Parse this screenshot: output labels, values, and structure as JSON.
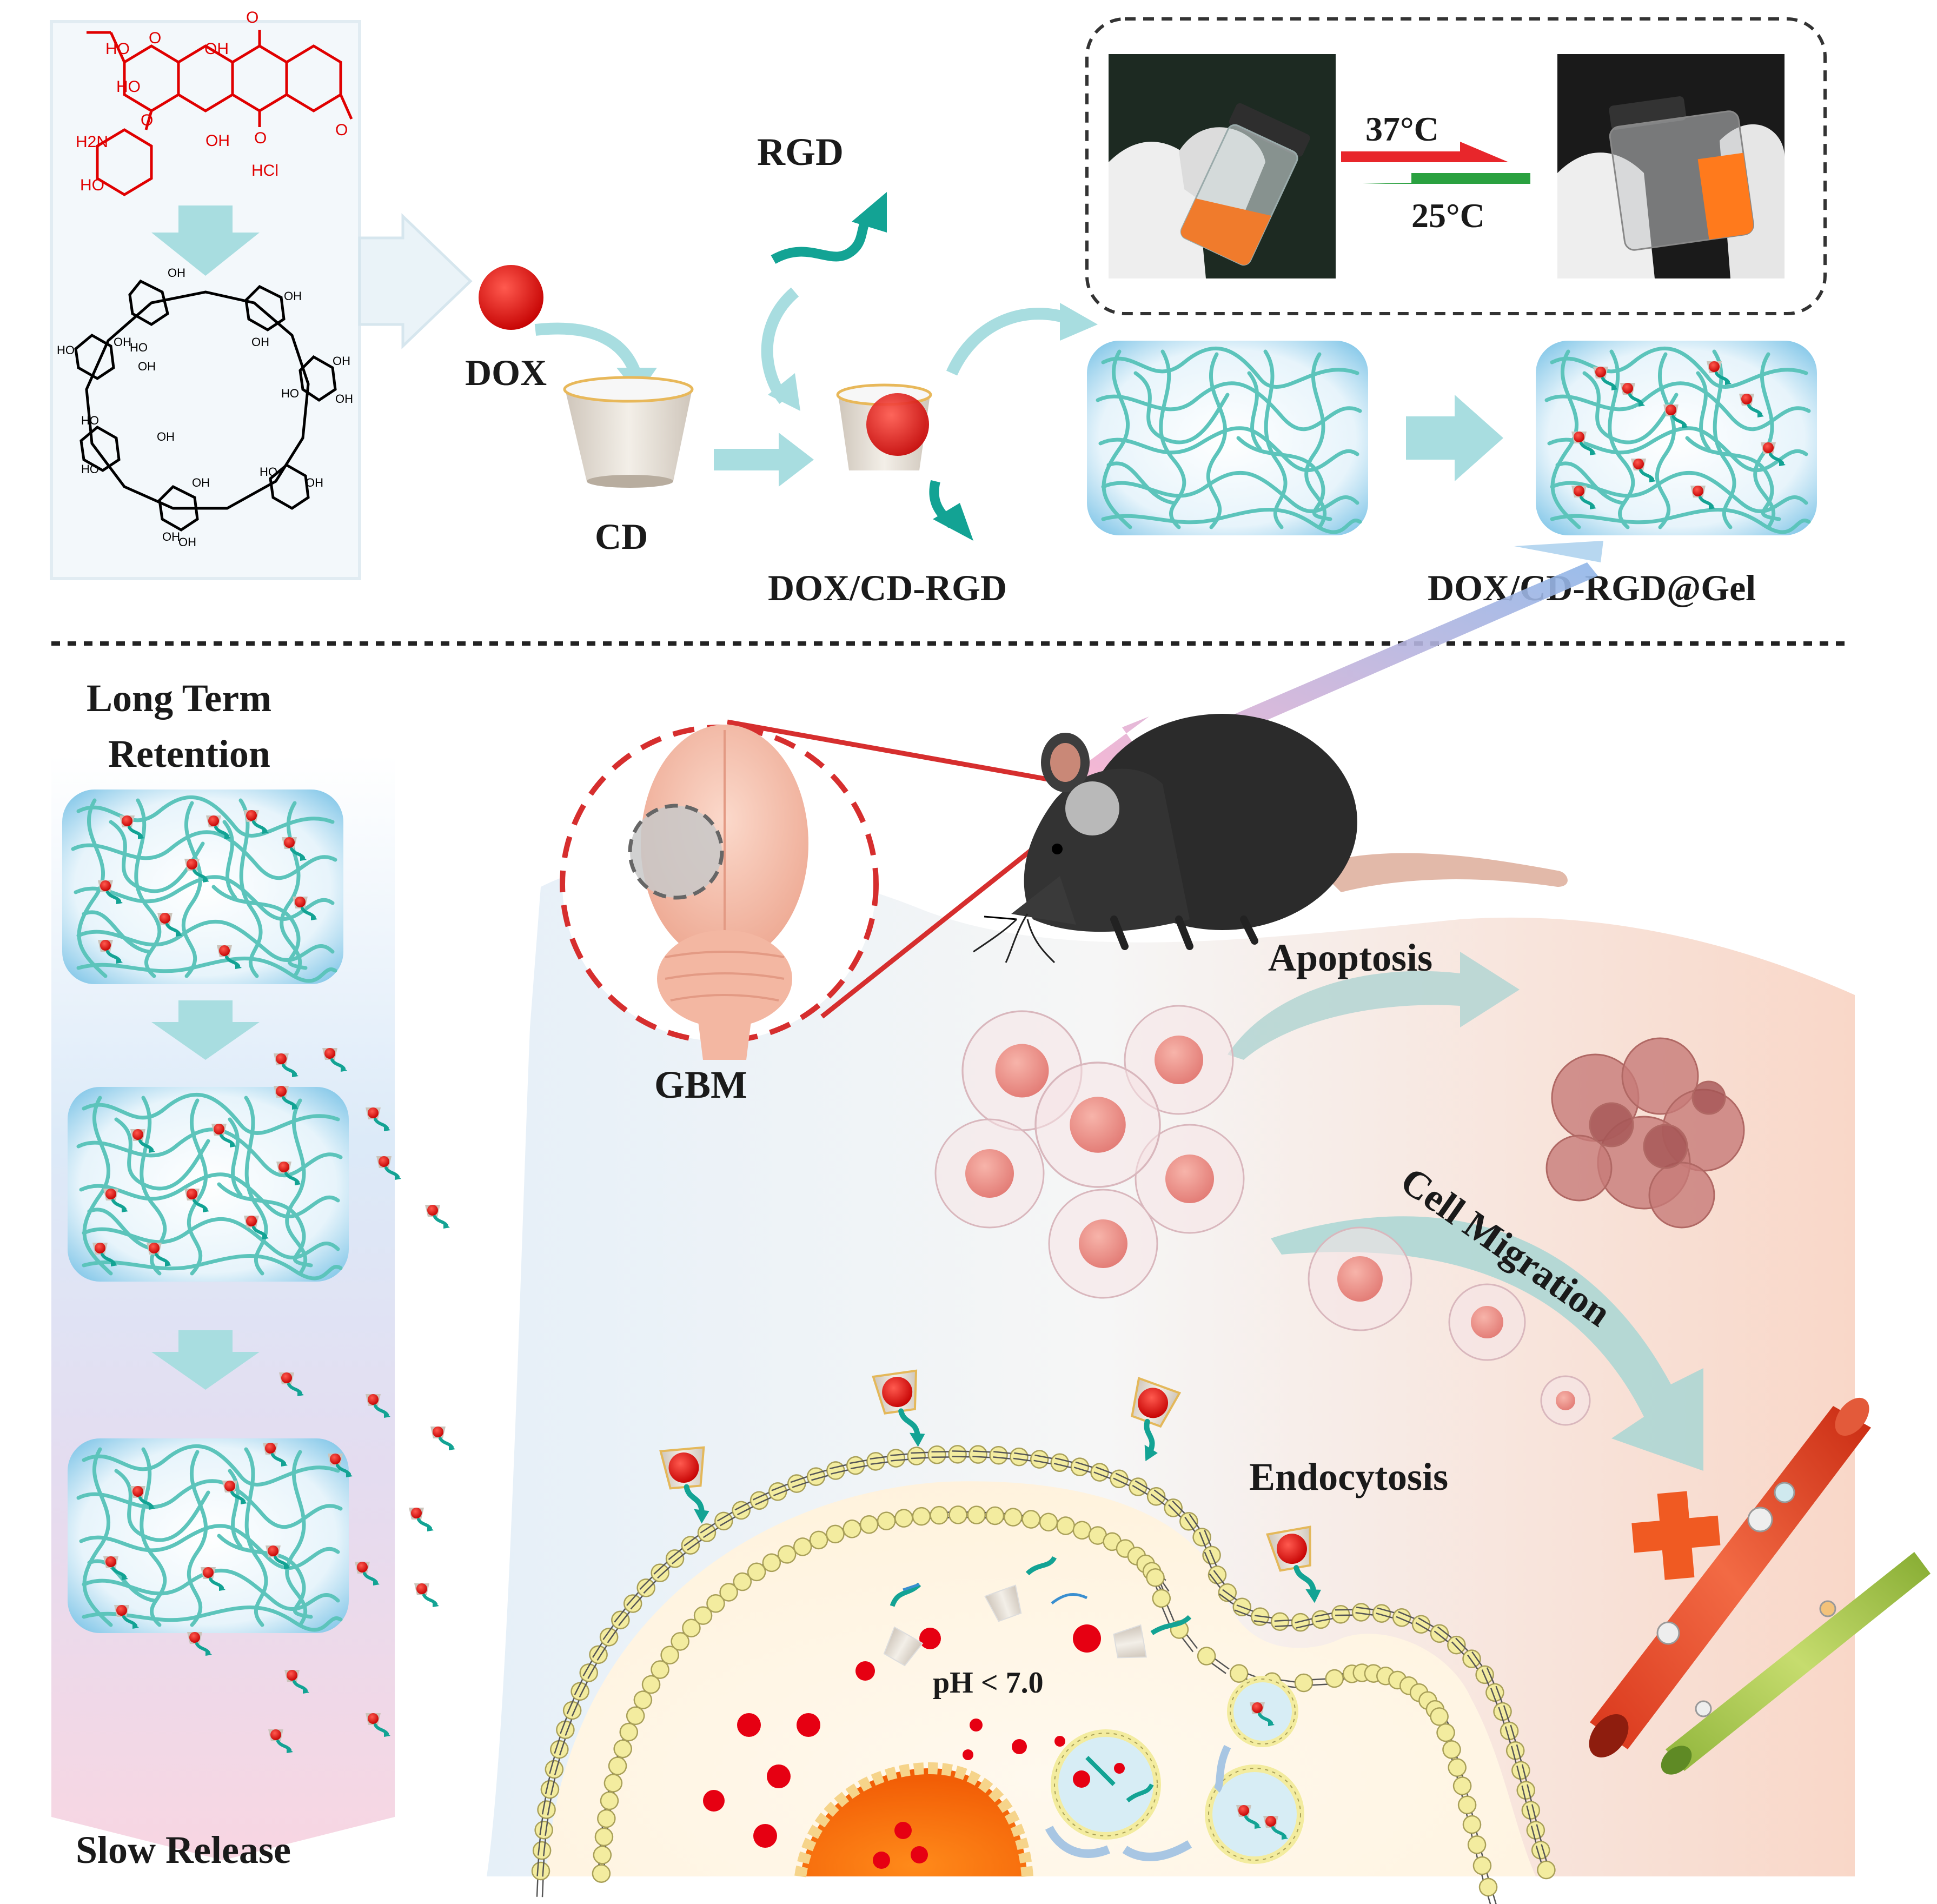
{
  "labels": {
    "dox": "DOX",
    "cd": "CD",
    "rgd": "RGD",
    "dox_cd_rgd": "DOX/CD-RGD",
    "dox_cd_rgd_gel": "DOX/CD-RGD@Gel",
    "temp_up": "37°C",
    "temp_down": "25°C",
    "long_term_retention_line1": "Long Term",
    "long_term_retention_line2": "Retention",
    "slow_release": "Slow Release",
    "gbm": "GBM",
    "apoptosis": "Apoptosis",
    "cell_migration": "Cell Migration",
    "endocytosis": "Endocytosis",
    "ph": "pH < 7.0"
  },
  "chem_text": {
    "dox_groups": [
      "HO",
      "O",
      "OH",
      "O",
      "HO",
      "OH",
      "O",
      "H2N",
      "O",
      "HO",
      "O",
      "HCl"
    ],
    "cd_groups": [
      "OH",
      "HO",
      "OH",
      "OH",
      "OH",
      "OH",
      "HO",
      "OH",
      "HO",
      "OH",
      "OH",
      "HO",
      "OH",
      "HO",
      "OH",
      "HO",
      "OH",
      "OH"
    ]
  },
  "colors": {
    "dox_red": "#e00000",
    "cd_cup": "#d9cdbd",
    "gel_fiber": "#5fc8c0",
    "gel_bg": "#aedcf0",
    "rgd_teal": "#13a394",
    "arrow_light": "#a8dde0",
    "temp_red": "#e8262b",
    "temp_green": "#2aa140",
    "cross_red": "#f05a22",
    "brain_pink": "#f6c6b3",
    "cell_pink": "#f0a0a0",
    "membrane_yellow": "#f3ec9f",
    "nucleus_orange": "#f79321"
  },
  "icons": [
    "dox-structure",
    "cyclodextrin-structure",
    "vial-photo-liquid",
    "vial-photo-gel",
    "hydrogel-network",
    "mouse",
    "brain",
    "tumor-cells",
    "blood-vessel",
    "lipid-bilayer",
    "nucleus",
    "endosome"
  ]
}
